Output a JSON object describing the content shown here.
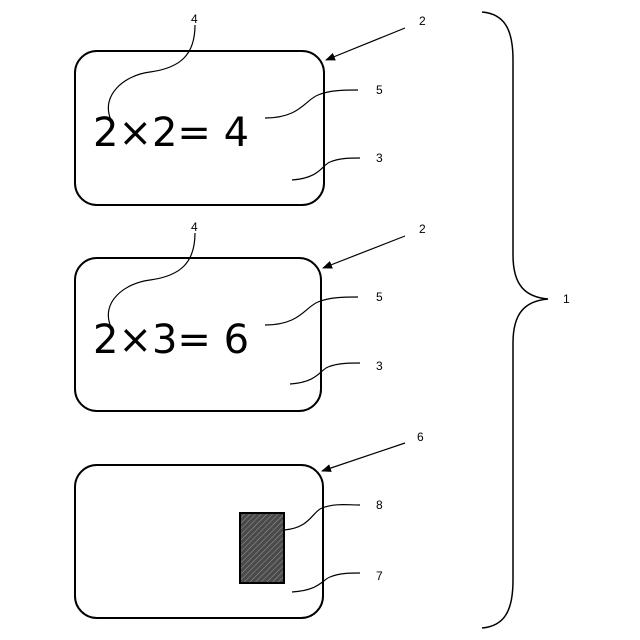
{
  "cards": [
    {
      "id": "card-1",
      "equation": "2×2= 4",
      "ref_card": "2",
      "ref_equation_left": "4",
      "ref_answer": "5",
      "ref_surface": "3"
    },
    {
      "id": "card-2",
      "equation": "2×3= 6",
      "ref_card": "2",
      "ref_equation_left": "4",
      "ref_answer": "5",
      "ref_surface": "3"
    }
  ],
  "answer_card": {
    "ref_card": "6",
    "ref_window": "8",
    "ref_surface": "7",
    "window_color": "#555555"
  },
  "set_ref": "1"
}
